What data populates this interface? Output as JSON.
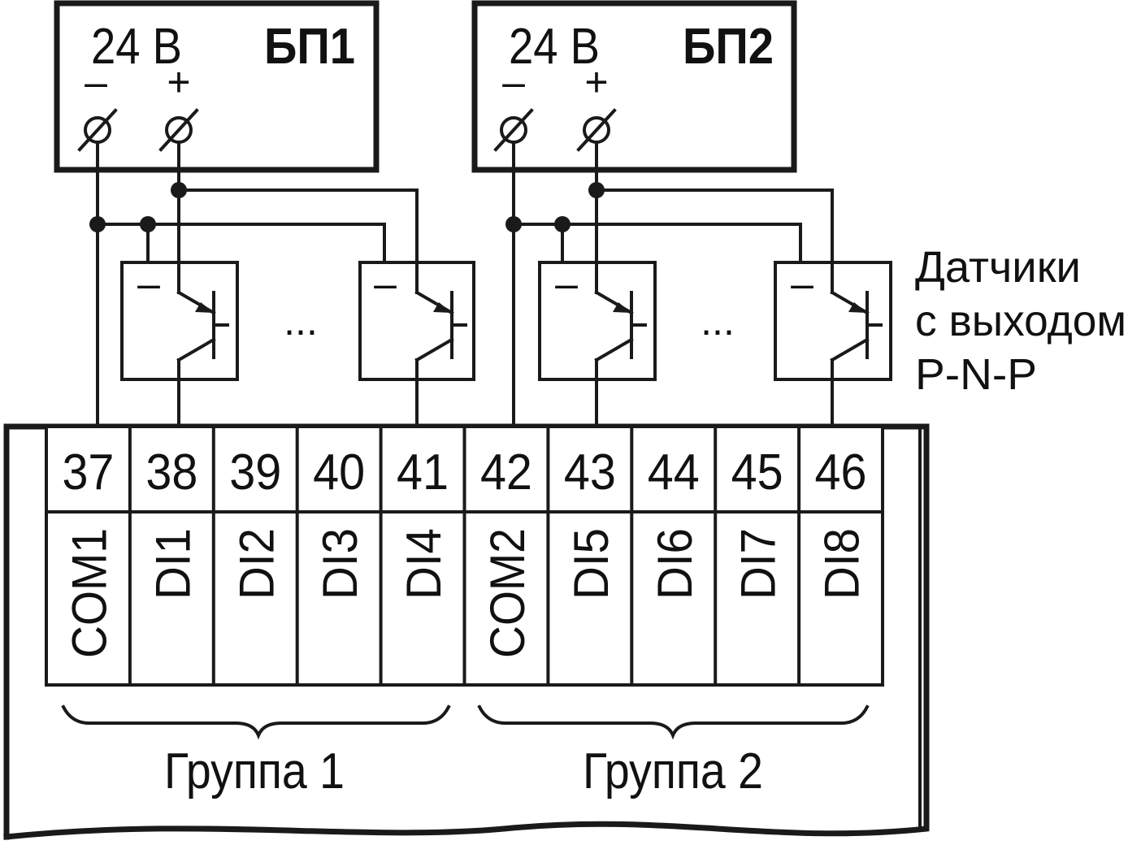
{
  "power_supplies": [
    {
      "name": "БП1",
      "voltage": "24 В",
      "minus": "–",
      "plus": "+"
    },
    {
      "name": "БП2",
      "voltage": "24 В",
      "minus": "–",
      "plus": "+"
    }
  ],
  "sensor_minus_label": "–",
  "ellipsis": "...",
  "sensors_caption": [
    "Датчики",
    "с выходом",
    "P-N-P"
  ],
  "terminals": [
    {
      "number": "37",
      "label": "COM1"
    },
    {
      "number": "38",
      "label": "DI1"
    },
    {
      "number": "39",
      "label": "DI2"
    },
    {
      "number": "40",
      "label": "DI3"
    },
    {
      "number": "41",
      "label": "DI4"
    },
    {
      "number": "42",
      "label": "COM2"
    },
    {
      "number": "43",
      "label": "DI5"
    },
    {
      "number": "44",
      "label": "DI6"
    },
    {
      "number": "45",
      "label": "DI7"
    },
    {
      "number": "46",
      "label": "DI8"
    }
  ],
  "groups": [
    "Группа 1",
    "Группа 2"
  ]
}
